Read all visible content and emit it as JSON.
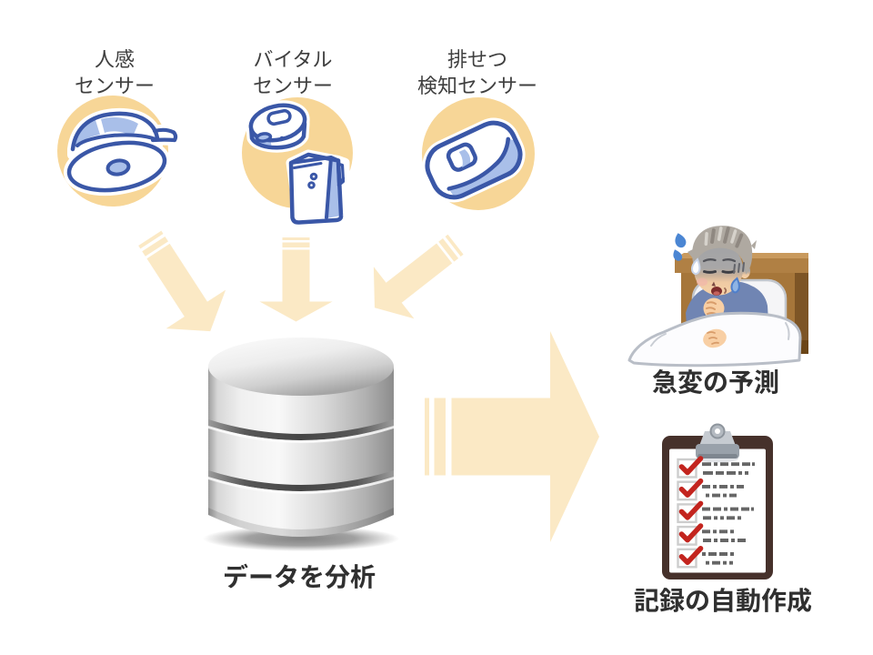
{
  "diagram": {
    "type": "flow-diagram",
    "background": "#FFFFFF"
  },
  "sensors": {
    "items": [
      {
        "label": "人感\nセンサー",
        "icon": "motion-sensor-icon"
      },
      {
        "label": "バイタル\nセンサー",
        "icon": "vital-sensor-icon"
      },
      {
        "label": "排せつ\n検知センサー",
        "icon": "excretion-detection-sensor-icon"
      }
    ]
  },
  "process": {
    "label": "データを分析",
    "icon": "database-cylinder-icon"
  },
  "outputs": {
    "items": [
      {
        "label": "急変の予測",
        "icon": "sick-elderly-in-bed-icon"
      },
      {
        "label": "記録の自動作成",
        "icon": "checklist-clipboard-icon"
      }
    ]
  },
  "arrows": {
    "items": [
      {
        "name": "arrow-motion-to-database",
        "direction": "down-right"
      },
      {
        "name": "arrow-vital-to-database",
        "direction": "down"
      },
      {
        "name": "arrow-excretion-to-database",
        "direction": "down-left"
      },
      {
        "name": "arrow-database-to-outputs",
        "direction": "right"
      }
    ]
  },
  "colors": {
    "bg": "#FFFFFF",
    "circle": "#F7D697",
    "arrow": "#FBE9C5",
    "sensor-blue": "#3A57A7",
    "sensor-lightblue": "#A9BFE9",
    "label-text": "#3F3F3F",
    "caption-text": "#303030",
    "check-red": "#C3241E",
    "board-brown": "#46312B",
    "bed-brown": "#A6763A",
    "pajama": "#7085B3",
    "skin": "#F8CFA4",
    "sweat": "#4B86D3"
  }
}
